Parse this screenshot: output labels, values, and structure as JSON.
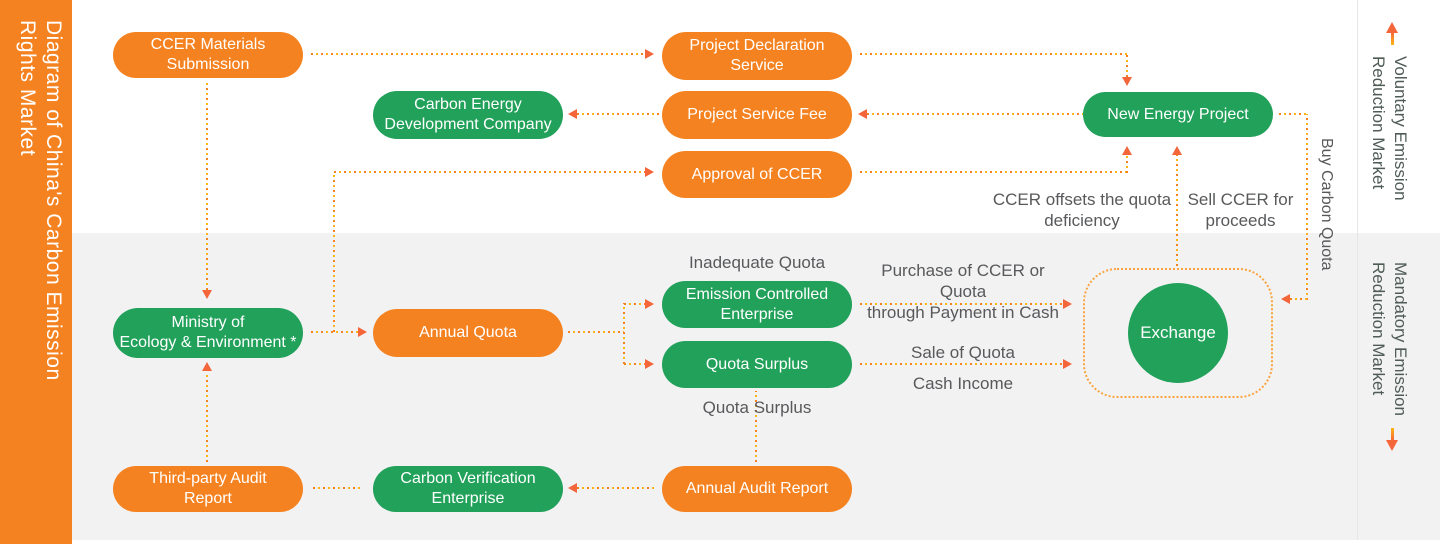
{
  "sidebar": {
    "title": "Diagram of China's Carbon Emission\nRights Market"
  },
  "markets": {
    "voluntary": {
      "label": "Voluntary Emission\nReduction Market"
    },
    "mandatory": {
      "label": "Mandatory Emission\nReduction Market"
    }
  },
  "nodes": {
    "ccer_materials": {
      "label": "CCER Materials\nSubmission",
      "color": "orange"
    },
    "project_declaration": {
      "label": "Project Declaration\nService",
      "color": "orange"
    },
    "carbon_energy": {
      "label": "Carbon Energy\nDevelopment Company",
      "color": "green"
    },
    "project_service_fee": {
      "label": "Project Service Fee",
      "color": "orange"
    },
    "approval_ccer": {
      "label": "Approval of CCER",
      "color": "orange"
    },
    "new_energy": {
      "label": "New Energy Project",
      "color": "green"
    },
    "ministry": {
      "label": "Ministry of\nEcology & Environment *",
      "color": "green"
    },
    "annual_quota": {
      "label": "Annual Quota",
      "color": "orange"
    },
    "emission_controlled": {
      "label": "Emission Controlled\nEnterprise",
      "color": "green"
    },
    "quota_surplus": {
      "label": "Quota Surplus",
      "color": "green"
    },
    "exchange": {
      "label": "Exchange",
      "color": "green"
    },
    "third_party_audit": {
      "label": "Third-party Audit\nReport",
      "color": "orange"
    },
    "carbon_verification": {
      "label": "Carbon Verification\nEnterprise",
      "color": "green"
    },
    "annual_audit": {
      "label": "Annual Audit Report",
      "color": "orange"
    }
  },
  "labels": {
    "inadequate_quota": "Inadequate Quota",
    "quota_surplus_note": "Quota Surplus",
    "purchase": "Purchase of CCER or Quota\nthrough Payment in Cash",
    "sale_of_quota": "Sale of Quota",
    "cash_income": "Cash Income",
    "ccer_offsets": "CCER offsets the quota\ndeficiency",
    "sell_ccer": "Sell CCER for\nproceeds",
    "buy_carbon_quota": "Buy Carbon Quota"
  },
  "colors": {
    "orange_node": "#F58220",
    "green_node": "#21A15A",
    "dot_orange": "#F6811F",
    "dot_yellow": "#FDB515",
    "arrowhead": "#F4653A",
    "annotation_text": "#58595B",
    "market_text": "#4F5B55",
    "lower_band_bg": "#F2F2F3"
  }
}
